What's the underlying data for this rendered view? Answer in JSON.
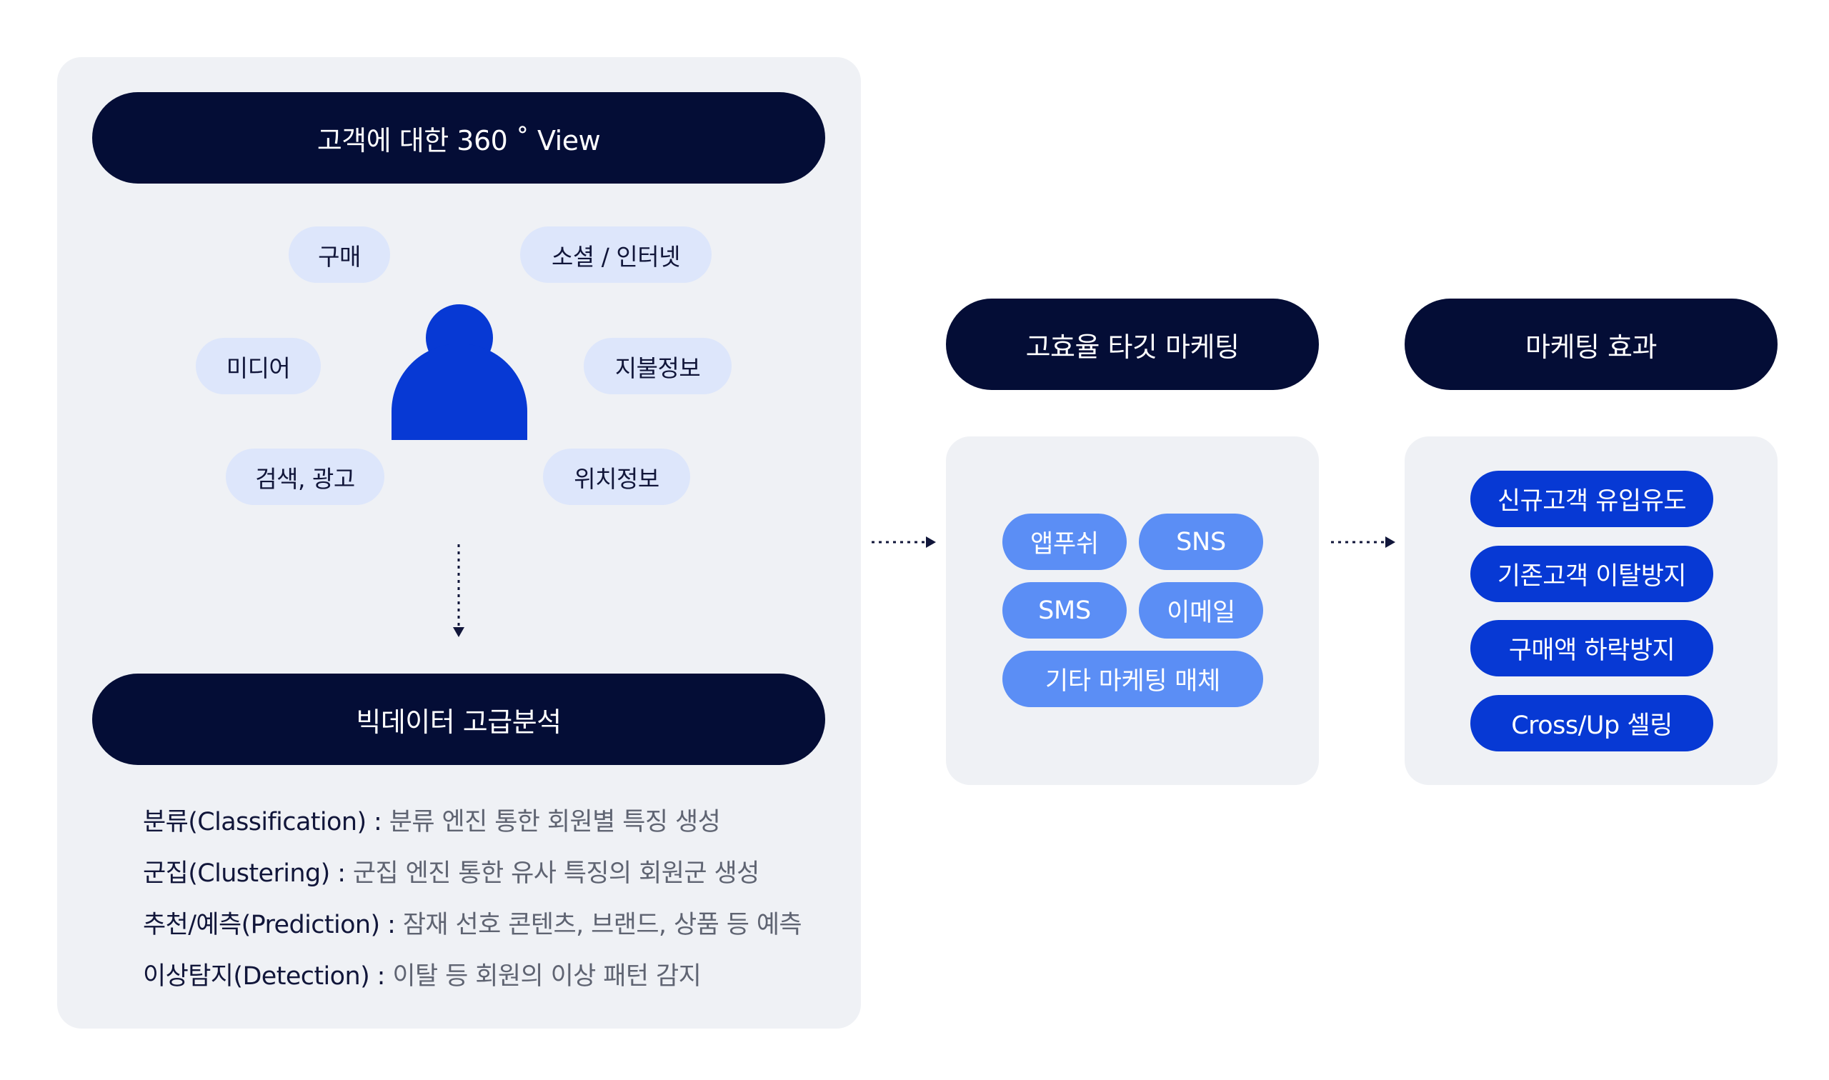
{
  "customer_view": {
    "title": "고객에 대한 360 ˚ View",
    "sources": [
      "구매",
      "소셜 / 인터넷",
      "미디어",
      "지불정보",
      "검색, 광고",
      "위치정보"
    ],
    "person_icon": "user-icon"
  },
  "big_data": {
    "title": "빅데이터 고급분석",
    "methods": [
      {
        "term": "분류(Classification)",
        "desc": "분류 엔진 통한 회원별 특징 생성"
      },
      {
        "term": "군집(Clustering)",
        "desc": "군집 엔진 통한 유사 특징의 회원군 생성"
      },
      {
        "term": "추천/예측(Prediction)",
        "desc": "잠재 선호 콘텐츠, 브랜드, 상품 등 예측"
      },
      {
        "term": "이상탐지(Detection)",
        "desc": "이탈 등 회원의 이상 패턴 감지"
      }
    ]
  },
  "targeting": {
    "title": "고효율 타깃 마케팅",
    "channels": [
      "앱푸쉬",
      "SNS",
      "SMS",
      "이메일",
      "기타 마케팅 매체"
    ]
  },
  "effects": {
    "title": "마케팅 효과",
    "items": [
      "신규고객 유입유도",
      "기존고객 이탈방지",
      "구매액 하락방지",
      "Cross/Up 셀링"
    ]
  },
  "colors": {
    "navy": "#040d36",
    "panel": "#eff1f5",
    "source_chip": "#dde6fb",
    "channel_chip": "#5b8ef5",
    "effect_chip": "#0739d4",
    "person": "#0739d4"
  }
}
